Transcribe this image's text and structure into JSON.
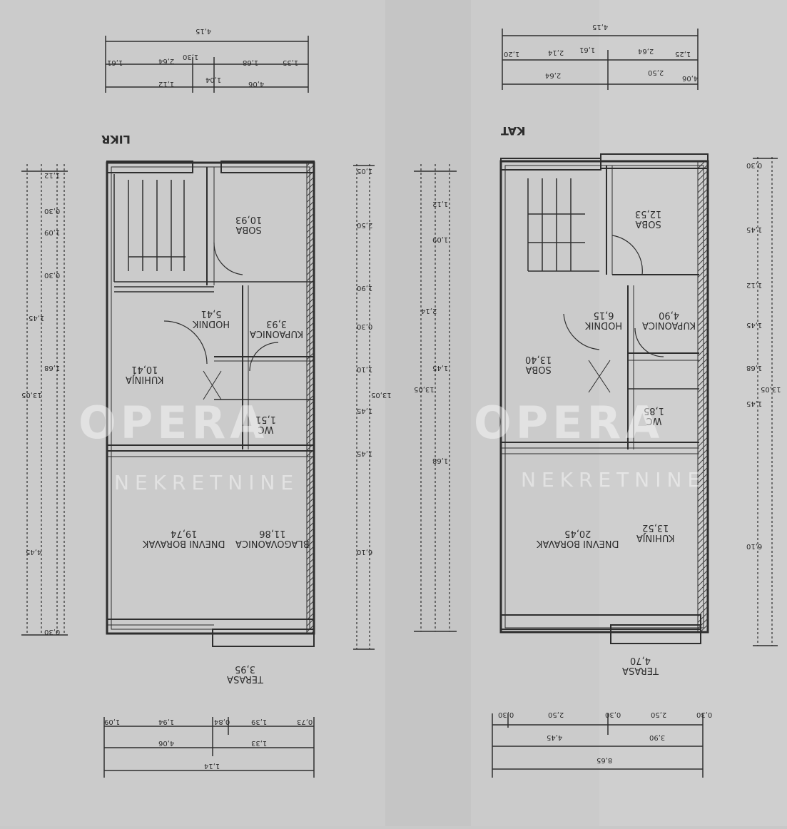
{
  "plans": [
    {
      "title": "LIKR",
      "rooms": [
        {
          "name": "SOBA",
          "area": "10,93"
        },
        {
          "name": "HODNIK",
          "area": "5,41"
        },
        {
          "name": "KUPAONICA",
          "area": "3,93"
        },
        {
          "name": "KUHINJA",
          "area": "10,41"
        },
        {
          "name": "WC",
          "area": "1,51"
        },
        {
          "name": "DNEVNI BORAVAK",
          "area": "19,74"
        },
        {
          "name": "BLAGOVAONICA",
          "area": "11,86"
        },
        {
          "name": "TERASA",
          "area": "3,95"
        }
      ],
      "dims_top": [
        "4,15",
        "1,61",
        "2,64",
        "1,30",
        "1,68",
        "1,35",
        "1,12",
        "1,04",
        "4,06"
      ],
      "dims_bottom": [
        "1,09",
        "1,94",
        "0,84",
        "1,39",
        "0,73",
        "4,06",
        "1,33",
        "1,14"
      ],
      "dims_left": [
        "1,12",
        "0,30",
        "1,09",
        "0,30",
        "1,45",
        "1,68",
        "13,05",
        "4,45",
        "0,30"
      ],
      "dims_right": [
        "1,05",
        "2,50",
        "1,90",
        "0,30",
        "1,10",
        "1,45",
        "1,45",
        "6,10",
        "13,05"
      ]
    },
    {
      "title": "KAT",
      "rooms": [
        {
          "name": "SOBA",
          "area": "12,53"
        },
        {
          "name": "HODNIK",
          "area": "6,15"
        },
        {
          "name": "KUPAONICA",
          "area": "4,90"
        },
        {
          "name": "SOBA",
          "area": "13,40"
        },
        {
          "name": "WC",
          "area": "1,85"
        },
        {
          "name": "DNEVNI BORAVAK",
          "area": "20,45"
        },
        {
          "name": "KUHINJA",
          "area": "13,52"
        },
        {
          "name": "TERASA",
          "area": "4,70"
        }
      ],
      "dims_top": [
        "4,15",
        "1,20",
        "2,14",
        "1,61",
        "2,64",
        "1,25",
        "2,64",
        "2,50",
        "4,06"
      ],
      "dims_bottom": [
        "0,30",
        "2,50",
        "0,30",
        "2,50",
        "0,30",
        "4,45",
        "3,90",
        "8,65"
      ],
      "dims_left": [
        "1,12",
        "1,09",
        "2,14",
        "1,45",
        "1,68",
        "13,05"
      ],
      "dims_right": [
        "0,30",
        "1,45",
        "1,12",
        "1,45",
        "1,68",
        "1,45",
        "6,10",
        "13,05"
      ]
    }
  ],
  "watermark": {
    "main": "OPERA",
    "sub": "NEKRETNINE"
  },
  "colors": {
    "paper": "#c9c9c9",
    "ink": "#2c2c2c",
    "wall": "#3a3a3a"
  }
}
